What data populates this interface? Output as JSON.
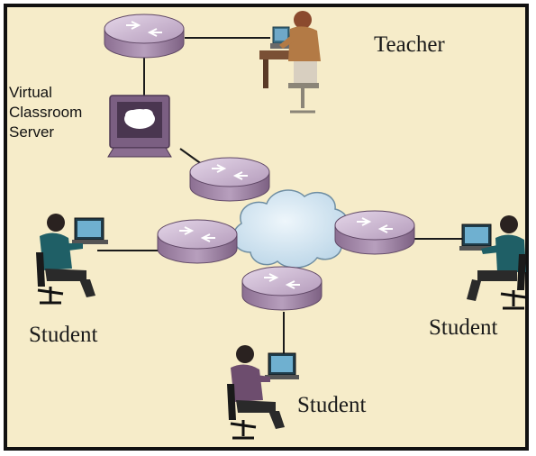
{
  "labels": {
    "teacher": "Teacher",
    "server_line1": "Virtual",
    "server_line2": "Classroom",
    "server_line3": "Server",
    "student_left": "Student",
    "student_right": "Student",
    "student_bottom": "Student"
  },
  "colors": {
    "background": "#f6ecc9",
    "router": "#b9a2bf",
    "cloud": "#cfe3f0",
    "person_teal": "#1f5f66",
    "person_purple": "#6d4d6e",
    "teacher_brown": "#b37a45"
  },
  "icons": [
    "router-icon",
    "cloud-icon",
    "server-computer-icon",
    "person-at-computer-icon"
  ]
}
